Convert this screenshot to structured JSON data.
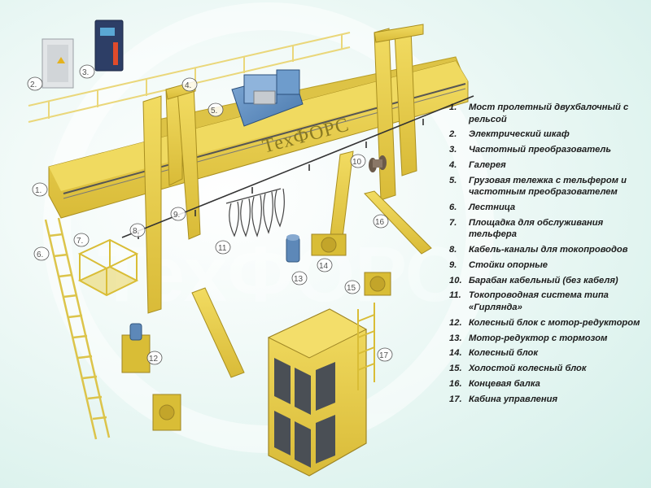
{
  "brand": "ТехФОРС",
  "watermark": "ТехФОРС",
  "callouts": [
    "1.",
    "2.",
    "3.",
    "4.",
    "5.",
    "6.",
    "7.",
    "8.",
    "9.",
    "10",
    "11",
    "12",
    "13",
    "14",
    "15",
    "16",
    "17"
  ],
  "legend": [
    {
      "num": "1.",
      "text": "Мост пролетный двухбалочный с рельсой"
    },
    {
      "num": "2.",
      "text": "Электрический шкаф"
    },
    {
      "num": "3.",
      "text": "Частотный преобразователь"
    },
    {
      "num": "4.",
      "text": "Галерея"
    },
    {
      "num": "5.",
      "text": "Грузовая тележка с тельфером и частотным преобразователем"
    },
    {
      "num": "6.",
      "text": "Лестница"
    },
    {
      "num": "7.",
      "text": "Площадка для обслуживания тельфера"
    },
    {
      "num": "8.",
      "text": "Кабель-каналы для токопроводов"
    },
    {
      "num": "9.",
      "text": "Стойки опорные"
    },
    {
      "num": "10.",
      "text": "Барабан кабельный (без кабеля)"
    },
    {
      "num": "11.",
      "text": "Токопроводная система типа «Гирлянда»"
    },
    {
      "num": "12.",
      "text": "Колесный блок с мотор-редуктором"
    },
    {
      "num": "13.",
      "text": "Мотор-редуктор с тормозом"
    },
    {
      "num": "14.",
      "text": "Колесный блок"
    },
    {
      "num": "15.",
      "text": "Холостой колесный блок"
    },
    {
      "num": "16.",
      "text": "Концевая балка"
    },
    {
      "num": "17.",
      "text": "Кабина управления"
    }
  ],
  "colors": {
    "crane_yellow": "#e8cf4e",
    "crane_shadow": "#c9ab2c",
    "trolley_blue": "#5f8fc0",
    "cabinet_grey": "#d9dcde",
    "background_teal": "#d3efe9"
  }
}
